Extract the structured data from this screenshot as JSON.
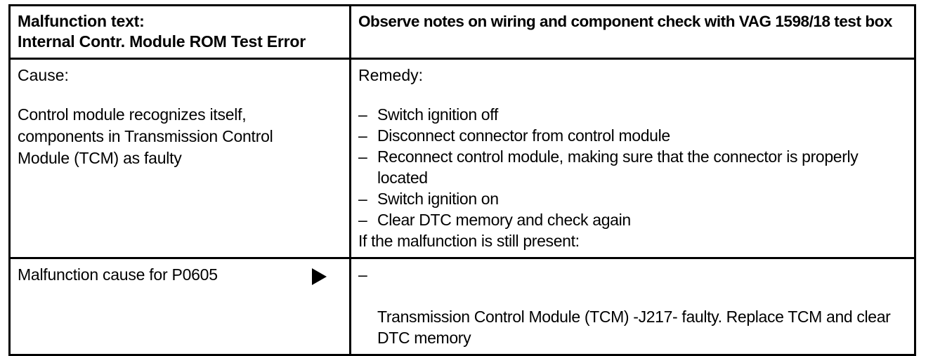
{
  "document": {
    "type": "dtc-diagnostic-table",
    "background_color": "#ffffff",
    "text_color": "#000000",
    "border_color": "#000000"
  },
  "header": {
    "left_title": "Malfunction text:\nInternal Contr. Module ROM Test Error",
    "right_title": "Observe notes on wiring and component check with VAG 1598/18 test box"
  },
  "body": {
    "cause": {
      "label": "Cause:",
      "text": "Control module recognizes itself,\ncomponents in Transmission Control\nModule (TCM) as faulty"
    },
    "remedy": {
      "label": "Remedy:",
      "dash": "–",
      "steps": [
        "Switch ignition off",
        "Disconnect connector from control module",
        "Reconnect control module, making sure that the connector is properly located",
        "Switch ignition on",
        "Clear DTC memory and check again"
      ],
      "footnote": "If the malfunction is still present:"
    }
  },
  "footer": {
    "left_label": "Malfunction cause for P0605",
    "arrow_icon": "right-triangle-icon",
    "dash": "–",
    "right_items": [
      "Transmission Control Module (TCM) -J217- faulty.  Replace TCM and clear DTC memory"
    ]
  }
}
